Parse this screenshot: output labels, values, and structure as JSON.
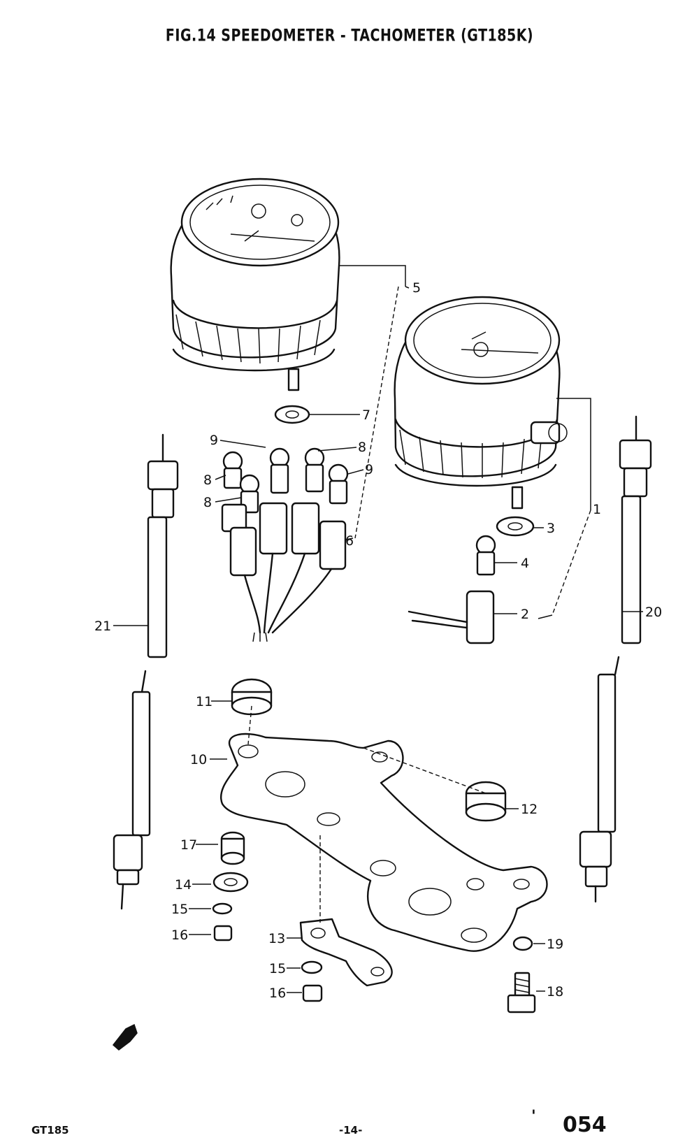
{
  "title": "FIG.14  SPEEDOMETER - TACHOMETER (GT185K)",
  "footer": {
    "model": "GT185",
    "page": "-14-",
    "tick": "'",
    "code": "054"
  },
  "callouts": {
    "c1": "1",
    "c2": "2",
    "c3": "3",
    "c4": "4",
    "c5": "5",
    "c6": "6",
    "c7": "7",
    "c8a": "8",
    "c8b": "8",
    "c8c": "8",
    "c9a": "9",
    "c9b": "9",
    "c10": "10",
    "c11": "11",
    "c12": "12",
    "c13": "13",
    "c14": "14",
    "c15a": "15",
    "c15b": "15",
    "c16a": "16",
    "c16b": "16",
    "c17": "17",
    "c18": "18",
    "c19": "19",
    "c20": "20",
    "c21": "21"
  }
}
